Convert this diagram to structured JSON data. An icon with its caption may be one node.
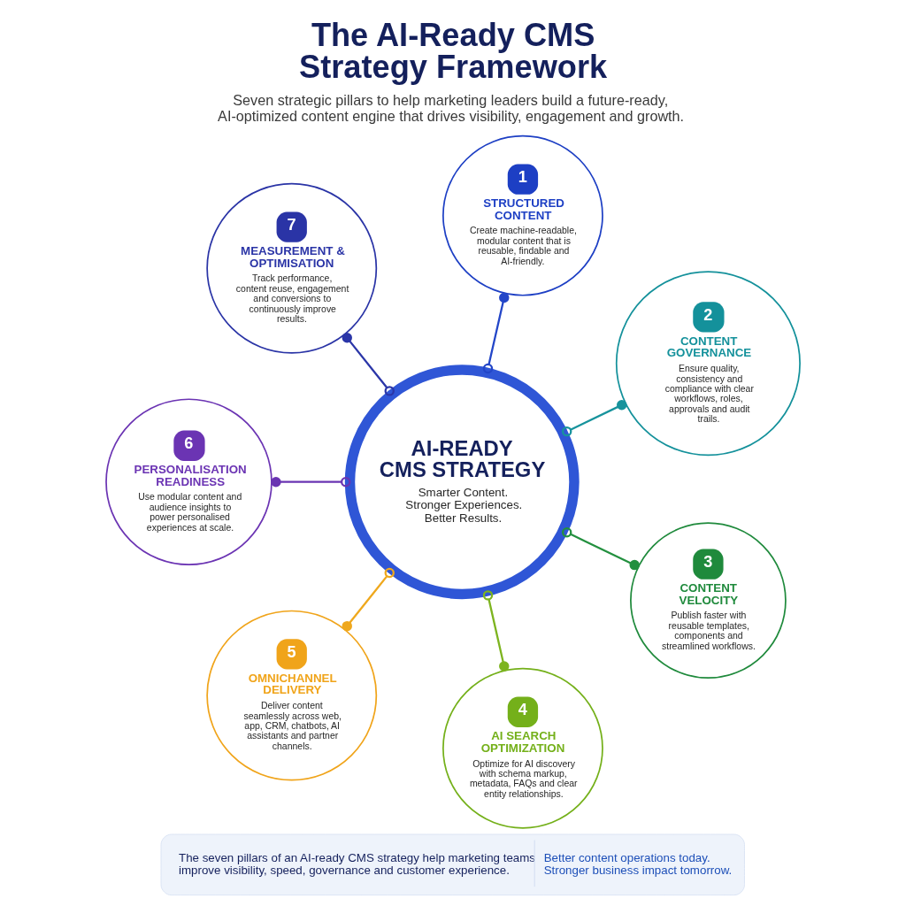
{
  "diagram": {
    "title": "The AI-Ready CMS Strategy Framework",
    "caption": "Seven strategic pillars to help marketing leaders build a future-ready, AI-optimized content engine that drives visibility, engagement and growth.",
    "nodes": [
      {
        "text": [
          "AI-READY CMS STRATEGY",
          "Smarter Content. Stronger Experiences. Better Results."
        ]
      },
      {
        "text": [
          "1",
          "STRUCTURED CONTENT",
          "Create machine-readable, modular content that is reusable, findable and AI-friendly."
        ]
      },
      {
        "text": [
          "2",
          "CONTENT GOVERNANCE",
          "Ensure quality, consistency and compliance with clear workflows, roles, approvals and audit trails."
        ]
      },
      {
        "text": [
          "3",
          "CONTENT VELOCITY",
          "Publish faster with reusable templates, components and streamlined workflows."
        ]
      },
      {
        "text": [
          "4",
          "AI SEARCH OPTIMIZATION",
          "Optimize for AI discovery with schema markup, metadata, FAQs and clear entity relationships."
        ]
      },
      {
        "text": [
          "5",
          "OMNICHANNEL DELIVERY",
          "Deliver content seamlessly across web, app, CRM, chatbots, AI assistants and partner channels."
        ]
      },
      {
        "text": [
          "6",
          "PERSONALISATION READINESS",
          "Use modular content and audience insights to power personalised experiences at scale."
        ]
      },
      {
        "text": [
          "7",
          "MEASUREMENT & OPTIMISATION",
          "Track performance, content reuse, engagement and conversions to continuously improve results."
        ]
      },
      {
        "text": [
          "The seven pillars of an AI-ready CMS strategy help marketing teams improve visibility, speed, governance and customer experience.",
          "Better content operations today. Stronger business impact tomorrow."
        ]
      }
    ],
    "edges": [
      {
        "from": 0,
        "to": 1,
        "arrow": "other",
        "color": "#2346c8"
      },
      {
        "from": 0,
        "to": 2,
        "arrow": "other",
        "color": "#17939c"
      },
      {
        "from": 0,
        "to": 3,
        "arrow": "other",
        "color": "#23903f"
      },
      {
        "from": 0,
        "to": 4,
        "arrow": "other",
        "color": "#7db41f"
      },
      {
        "from": 0,
        "to": 5,
        "arrow": "other",
        "color": "#efa81d"
      },
      {
        "from": 0,
        "to": 6,
        "arrow": "other",
        "color": "#6a34b2"
      },
      {
        "from": 0,
        "to": 7,
        "arrow": "other",
        "color": "#2b36a8"
      }
    ]
  }
}
